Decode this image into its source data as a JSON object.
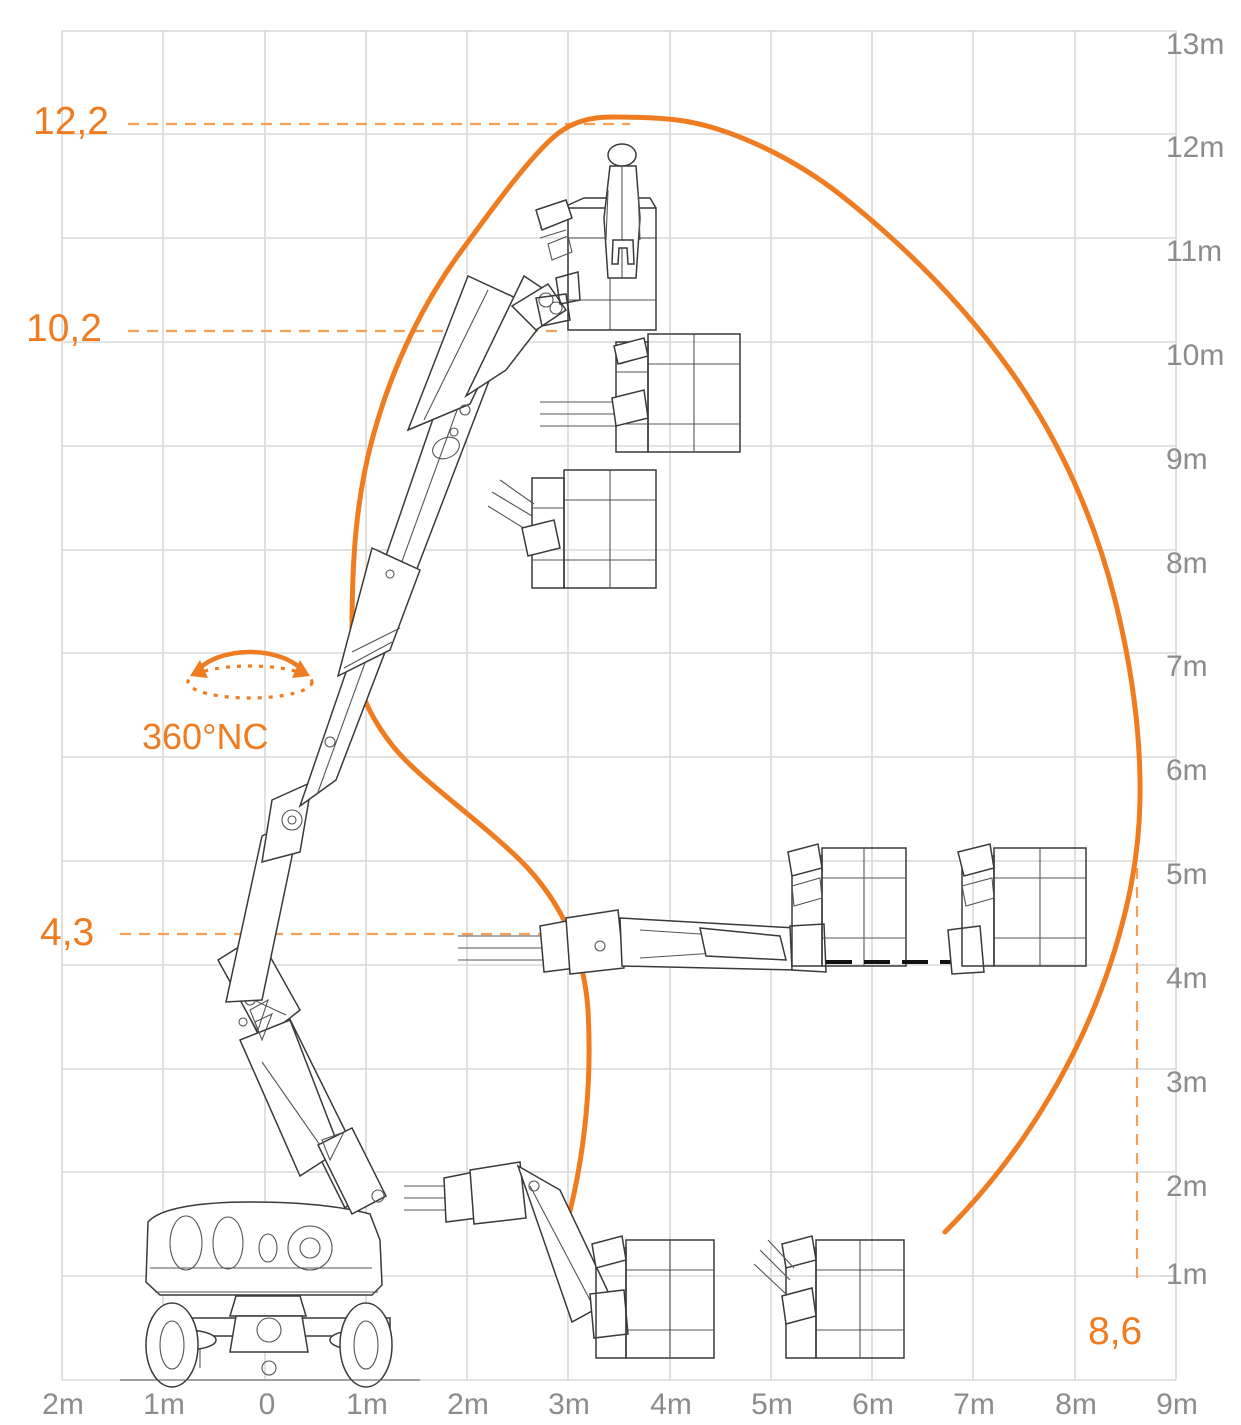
{
  "chart_data": {
    "type": "line",
    "title": "",
    "subtitle": "",
    "xlabel": "",
    "ylabel": "",
    "description": "Articulated boom lift working envelope diagram",
    "grid": true,
    "legend_position": "none",
    "xlim": [
      -2,
      9
    ],
    "ylim": [
      0,
      13
    ],
    "x_ticks": [
      "2m",
      "1m",
      "0",
      "1m",
      "2m",
      "3m",
      "4m",
      "5m",
      "6m",
      "7m",
      "8m",
      "9m"
    ],
    "x_tick_values": [
      -2,
      -1,
      0,
      1,
      2,
      3,
      4,
      5,
      6,
      7,
      8,
      9
    ],
    "y_ticks": [
      "1m",
      "2m",
      "3m",
      "4m",
      "5m",
      "6m",
      "7m",
      "8m",
      "9m",
      "10m",
      "11m",
      "12m",
      "13m"
    ],
    "y_tick_values": [
      1,
      2,
      3,
      4,
      5,
      6,
      7,
      8,
      9,
      10,
      11,
      12,
      13
    ],
    "annotations": [
      {
        "name": "max-working-height",
        "label": "12,2",
        "x": -1.7,
        "y": 12.2
      },
      {
        "name": "max-platform-height",
        "label": "10,2",
        "x": -1.7,
        "y": 10.2
      },
      {
        "name": "up-and-over-height",
        "label": "4,3",
        "x": -1.7,
        "y": 4.3
      },
      {
        "name": "max-outreach",
        "label": "8,6",
        "x": 8.3,
        "y": 0.55
      },
      {
        "name": "rotation",
        "label": "360°NC",
        "x": -0.75,
        "y": 6.6
      }
    ],
    "envelope": {
      "name": "working-envelope",
      "color": "#f07c22",
      "points": [
        [
          3.05,
          1.8
        ],
        [
          3.2,
          3.3
        ],
        [
          3.0,
          4.4
        ],
        [
          2.65,
          5.3
        ],
        [
          2.3,
          5.9
        ],
        [
          1.9,
          6.6
        ],
        [
          1.75,
          7.3
        ],
        [
          1.8,
          8.3
        ],
        [
          2.05,
          9.3
        ],
        [
          2.5,
          10.4
        ],
        [
          3.0,
          11.3
        ],
        [
          3.45,
          11.85
        ],
        [
          3.95,
          12.22
        ],
        [
          4.6,
          12.15
        ],
        [
          5.4,
          11.8
        ],
        [
          6.3,
          11.15
        ],
        [
          7.1,
          10.3
        ],
        [
          7.8,
          9.2
        ],
        [
          8.3,
          8.0
        ],
        [
          8.6,
          6.7
        ],
        [
          8.62,
          5.6
        ],
        [
          8.45,
          4.6
        ],
        [
          8.1,
          3.6
        ],
        [
          7.6,
          2.8
        ],
        [
          7.0,
          2.1
        ],
        [
          6.45,
          1.65
        ],
        [
          6.1,
          1.45
        ]
      ]
    },
    "guide_lines": [
      {
        "name": "guide-12-2",
        "orientation": "horizontal",
        "y": 12.2,
        "x_from": -1.35,
        "x_to": 3.6,
        "style": "dashed"
      },
      {
        "name": "guide-10-2",
        "orientation": "horizontal",
        "y": 10.2,
        "x_from": -1.35,
        "x_to": 2.5,
        "style": "dashed"
      },
      {
        "name": "guide-4-3",
        "orientation": "horizontal",
        "y": 4.3,
        "x_from": -1.4,
        "x_to": 2.95,
        "style": "dashed"
      },
      {
        "name": "guide-8-6",
        "orientation": "vertical",
        "x": 8.6,
        "y_from": 5.05,
        "y_to": 1.0,
        "style": "dashed"
      }
    ]
  },
  "colors": {
    "accent": "#f07c22",
    "grid": "#d9d9d9",
    "axis_text": "#8c8c8c",
    "machine_line": "#3a3a3a",
    "background": "#ffffff"
  },
  "icons": {
    "rotation_arrow": "rotation-arrow-icon",
    "machine": "boom-lift-machine-icon",
    "operator": "operator-figure-icon"
  }
}
